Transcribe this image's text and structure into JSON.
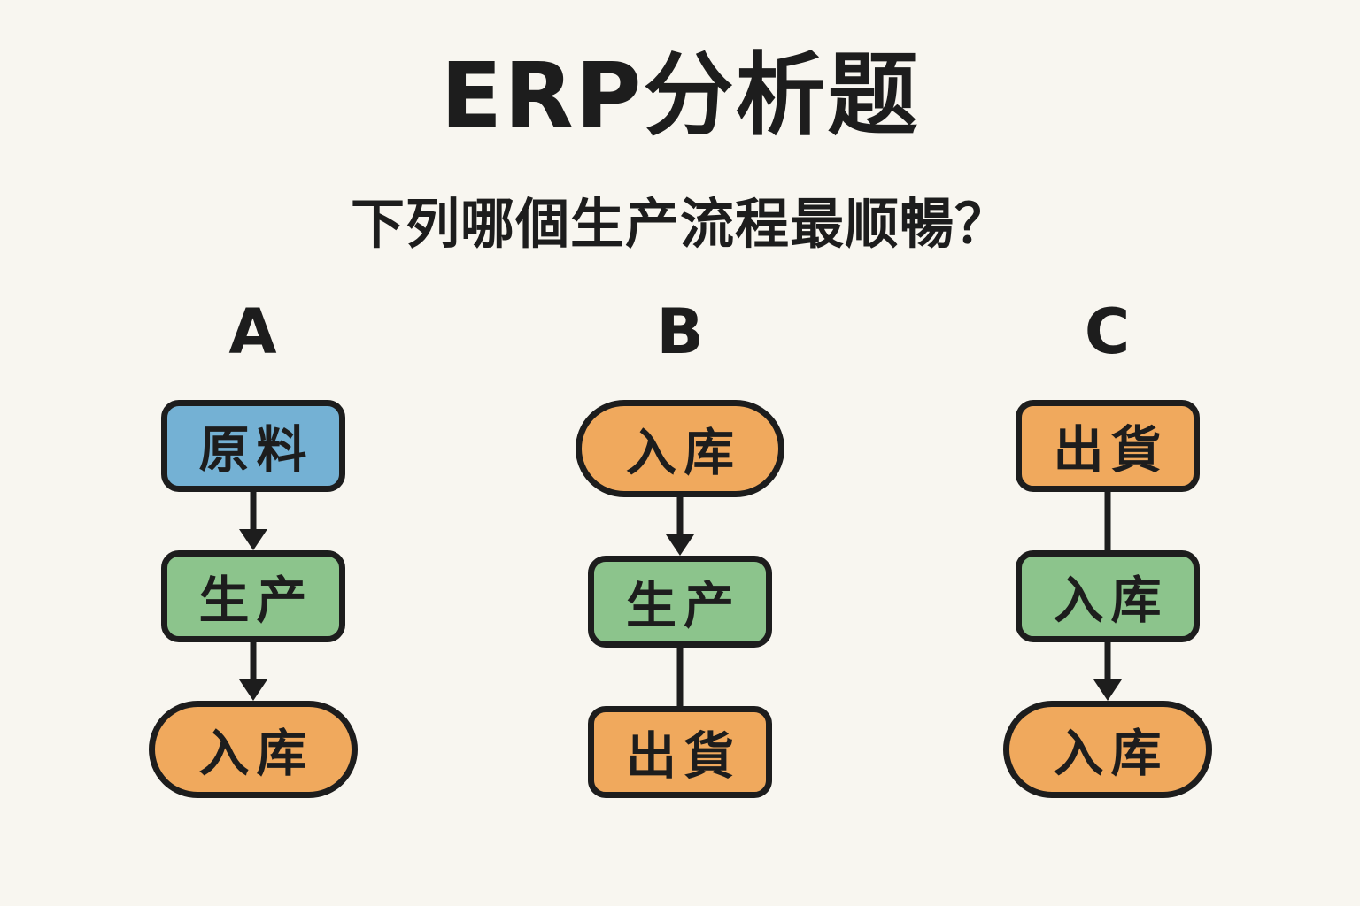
{
  "page": {
    "title": "ERP分析题",
    "subtitle": "下列哪個生产流程最顺暢？",
    "background": "#f8f6f0",
    "text_color": "#1d1d1d"
  },
  "colors": {
    "blue": "#74b1d4",
    "green": "#8cc48c",
    "orange": "#f0a95d",
    "outline": "#1d1d1d"
  },
  "flows": [
    {
      "label": "A",
      "nodes": [
        {
          "text": "原料",
          "color": "blue",
          "shape": "rect"
        },
        {
          "text": "生产",
          "color": "green",
          "shape": "rect"
        },
        {
          "text": "入库",
          "color": "orange",
          "shape": "pill"
        }
      ],
      "connectors": [
        "arrow",
        "arrow"
      ]
    },
    {
      "label": "B",
      "nodes": [
        {
          "text": "入库",
          "color": "orange",
          "shape": "pill"
        },
        {
          "text": "生产",
          "color": "green",
          "shape": "rect"
        },
        {
          "text": "出貨",
          "color": "orange",
          "shape": "rect"
        }
      ],
      "connectors": [
        "arrow",
        "line"
      ]
    },
    {
      "label": "C",
      "nodes": [
        {
          "text": "出貨",
          "color": "orange",
          "shape": "rect"
        },
        {
          "text": "入库",
          "color": "green",
          "shape": "rect"
        },
        {
          "text": "入库",
          "color": "orange",
          "shape": "pill"
        }
      ],
      "connectors": [
        "line",
        "arrow"
      ]
    }
  ]
}
